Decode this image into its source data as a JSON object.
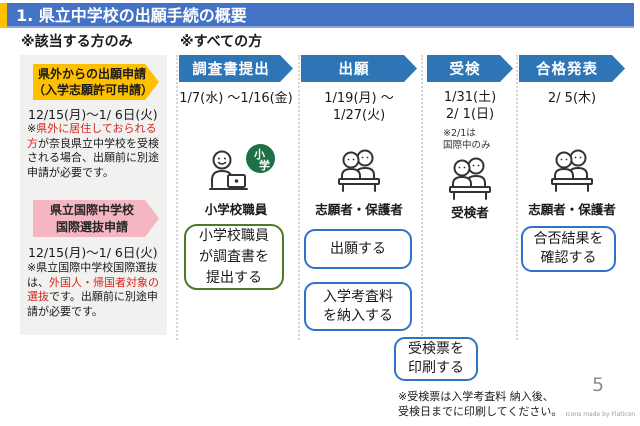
{
  "colors": {
    "title_blue": "#4472C4",
    "arrow_blue": "#2E75B6",
    "accent_yellow": "#FFC000",
    "pink": "#F5B6C1",
    "panel_gray": "#F1F1F0",
    "box_blue": "#2E73C8",
    "box_green": "#4E7A28",
    "badge_green": "#1E7145",
    "red_text": "#D0271F"
  },
  "title": "1. 県立中学校の出願手続の概要",
  "section_labels": {
    "applicable_only": "※該当する方のみ",
    "everyone": "※すべての方"
  },
  "left_panel": {
    "items": [
      {
        "arrow_label": "県外からの出願申請\n（入学志願許可申請）",
        "date": "12/15(月)～1/ 6日(火)",
        "note_prefix": "※",
        "note_red": "県外に居住しておられる方",
        "note_rest": "が奈良県立中学校を受検される場合、出願前に別途申請が必要です。"
      },
      {
        "arrow_label": "県立国際中学校\n国際選抜申請",
        "date": "12/15(月)～1/ 6日(火)",
        "note_prefix": "※県立国際中学校国際選抜は、",
        "note_red": "外国人・帰国者対象の選抜",
        "note_rest": "です。出願前に別途申請が必要です。"
      }
    ]
  },
  "columns": [
    {
      "header": "調査書提出",
      "dates": "1/7(水) ～1/16(金)",
      "actor": "小学校職員",
      "badge": {
        "line1": "小",
        "line2": "学"
      },
      "action": "小学校職員\nが調査書を\n提出する"
    },
    {
      "header": "出願",
      "dates": "1/19(月) ～1/27(火)",
      "actor": "志願者・保護者",
      "action_apply": "出願する",
      "action_fee": "入学考査料\nを納入する"
    },
    {
      "header": "受検",
      "dates": "1/31(土)\n2/ 1(日)",
      "subnote": "※2/1は\n国際中のみ",
      "actor": "受検者"
    },
    {
      "header": "合格発表",
      "dates": "2/ 5(木)",
      "actor": "志願者・保護者",
      "action": "合否結果を\n確認する"
    }
  ],
  "floating_box": {
    "text": "受検票を\n印刷する"
  },
  "footnote": "※受検票は入学考査料 納入後、\n受検日までに印刷してください。",
  "page_number": "5",
  "credit": "Icons made by Flaticon"
}
